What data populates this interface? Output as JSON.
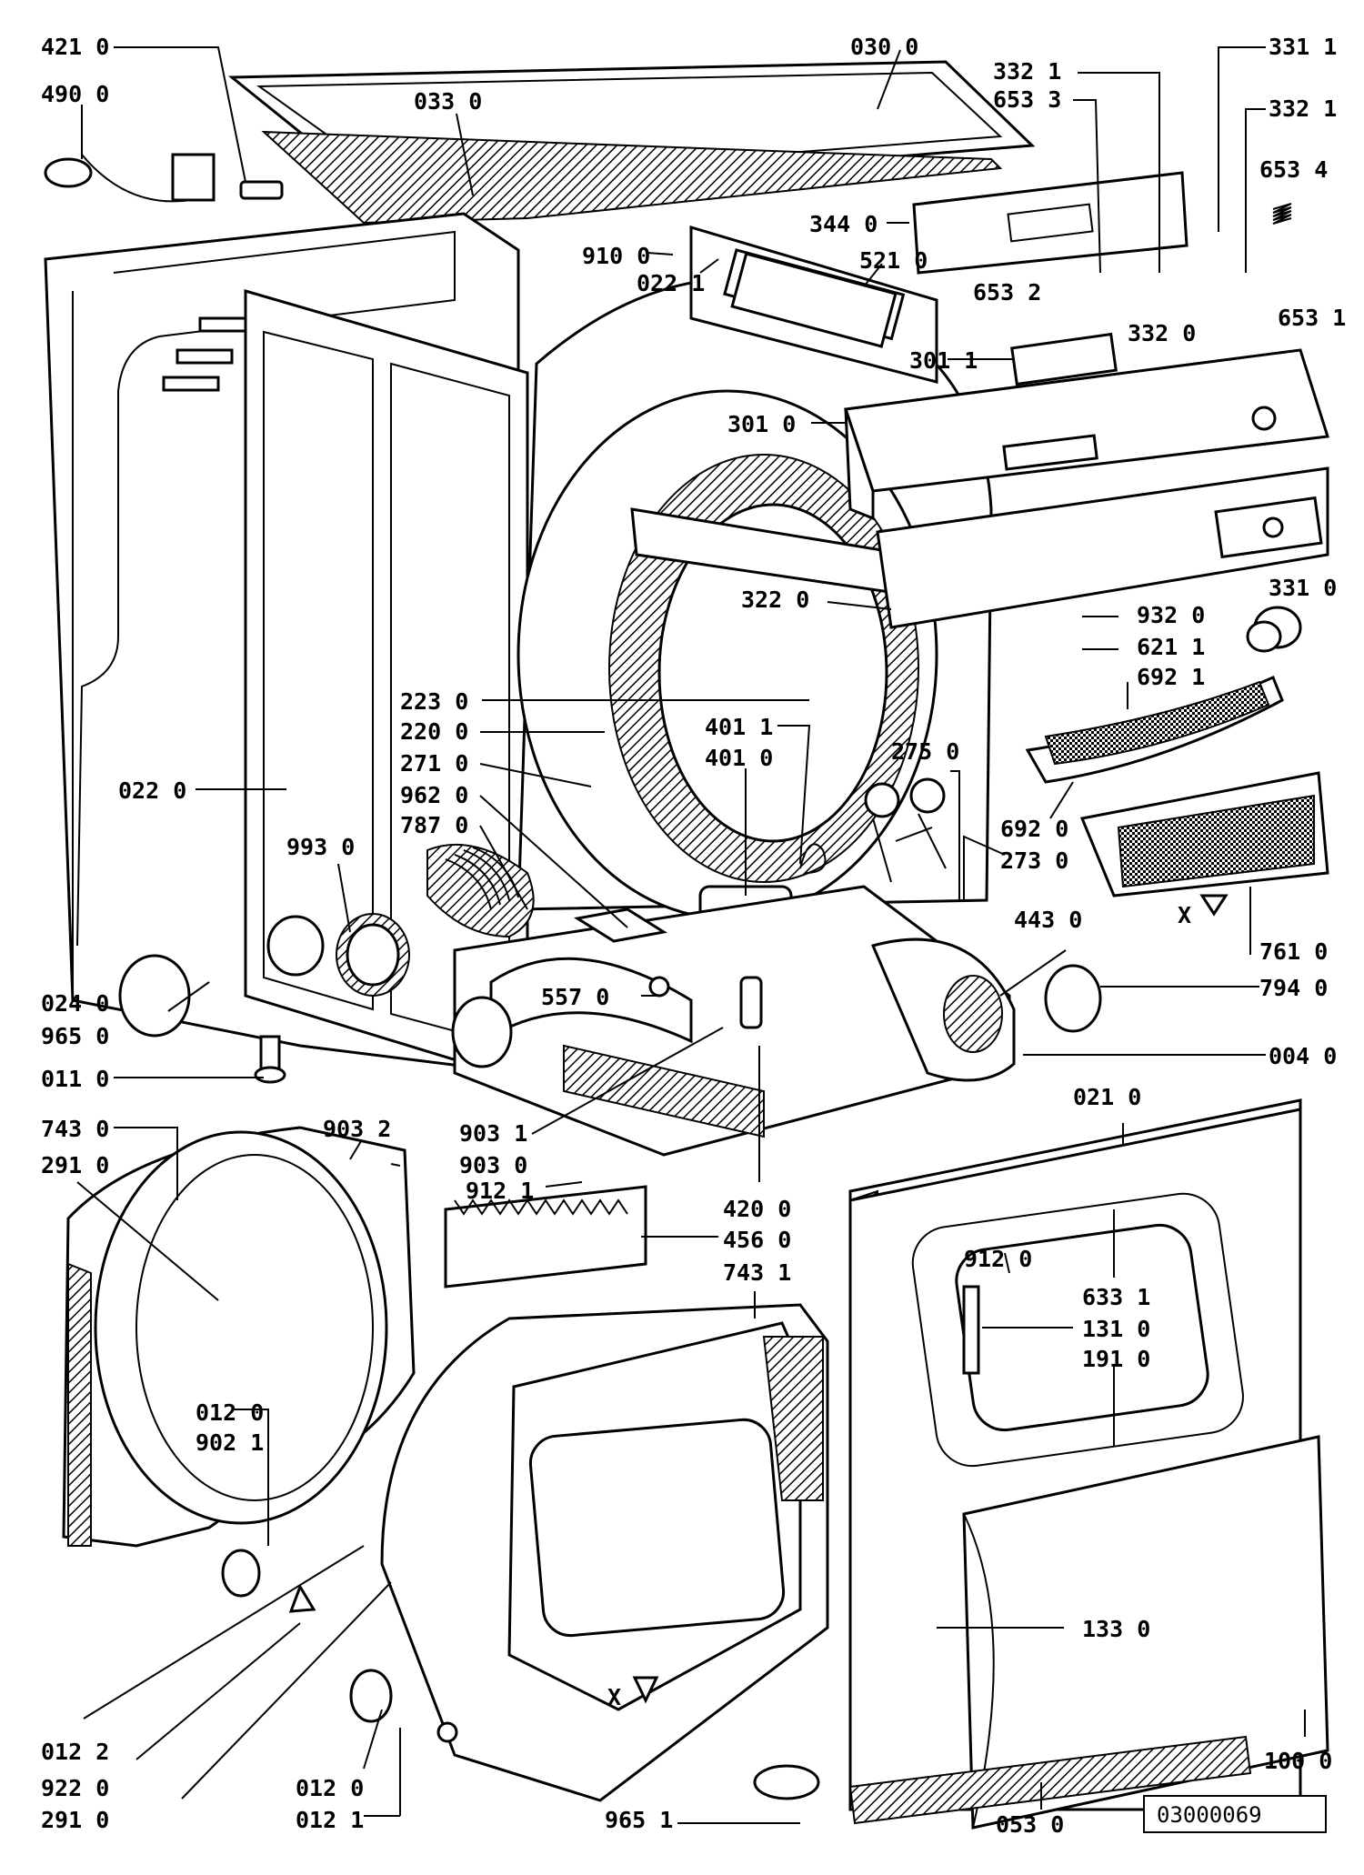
{
  "labels": {
    "l421_0": "421 0",
    "l490_0": "490 0",
    "l033_0": "033 0",
    "l030_0": "030 0",
    "l332_1a": "332 1",
    "l653_3": "653 3",
    "l331_1": "331 1",
    "l332_1b": "332 1",
    "l653_4": "653 4",
    "l344_0": "344 0",
    "l910_0": "910 0",
    "l022_1": "022 1",
    "l521_0": "521 0",
    "l653_2": "653 2",
    "l332_0": "332 0",
    "l653_1": "653 1",
    "l301_1": "301 1",
    "l301_0": "301 0",
    "l322_0": "322 0",
    "l331_0": "331 0",
    "l932_0": "932 0",
    "l621_1": "621 1",
    "l692_1": "692 1",
    "l223_0": "223 0",
    "l220_0": "220 0",
    "l271_0": "271 0",
    "l962_0": "962 0",
    "l787_0": "787 0",
    "l401_1": "401 1",
    "l401_0": "401 0",
    "l275_0": "275 0",
    "l022_0": "022 0",
    "l993_0": "993 0",
    "l692_0": "692 0",
    "l273_0": "273 0",
    "l443_0": "443 0",
    "l761_0": "761 0",
    "l794_0": "794 0",
    "l557_0": "557 0",
    "l024_0": "024 0",
    "l965_0": "965 0",
    "l011_0": "011 0",
    "l004_0": "004 0",
    "l021_0": "021 0",
    "l743_0": "743 0",
    "l291_0a": "291 0",
    "l903_2": "903 2",
    "l903_1": "903 1",
    "l903_0": "903 0",
    "l912_1": "912 1",
    "l420_0": "420 0",
    "l456_0": "456 0",
    "l743_1": "743 1",
    "l912_0": "912 0",
    "l633_1": "633 1",
    "l131_0": "131 0",
    "l191_0": "191 0",
    "l012_0a": "012 0",
    "l902_1": "902 1",
    "l133_0": "133 0",
    "l012_2": "012 2",
    "l922_0": "922 0",
    "l291_0b": "291 0",
    "l012_0b": "012 0",
    "l012_1": "012 1",
    "l965_1": "965 1",
    "l053_0": "053 0",
    "l100_0": "100 0",
    "x1": "X",
    "x2": "X"
  },
  "document_number": "03000069"
}
